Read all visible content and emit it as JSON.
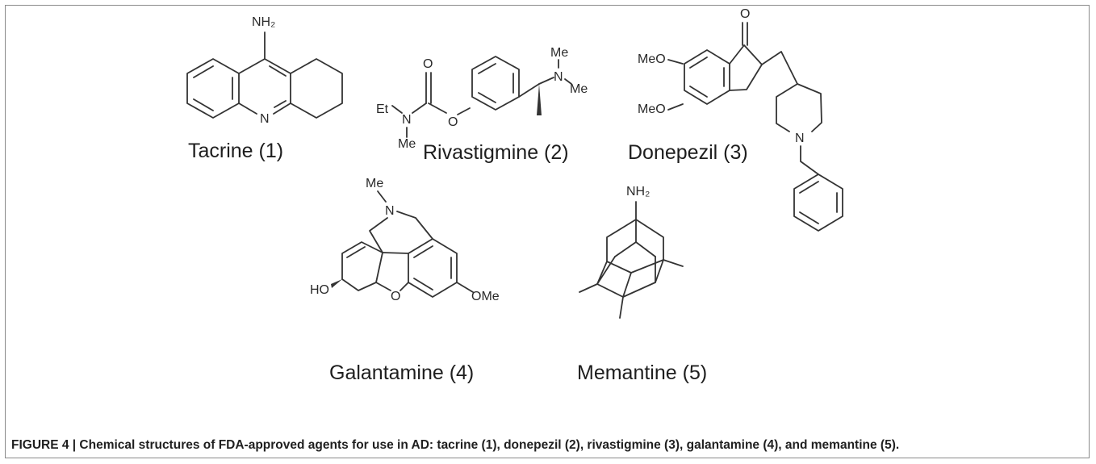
{
  "molecules": [
    {
      "name": "Tacrine (1)",
      "atoms": [
        "NH₂",
        "N"
      ]
    },
    {
      "name": "Rivastigmine (2)",
      "atoms": [
        "O",
        "O",
        "Et",
        "N",
        "Me",
        "Me",
        "N",
        "Me"
      ]
    },
    {
      "name": "Donepezil (3)",
      "atoms": [
        "O",
        "MeO",
        "MeO",
        "N"
      ]
    },
    {
      "name": "Galantamine (4)",
      "atoms": [
        "Me",
        "N",
        "HO",
        "O",
        "OMe"
      ]
    },
    {
      "name": "Memantine (5)",
      "atoms": [
        "NH₂"
      ]
    }
  ],
  "caption": "FIGURE 4 | Chemical structures of FDA-approved agents for use in AD: tacrine (1), donepezil (2), rivastigmine (3), galantamine (4), and memantine (5)."
}
